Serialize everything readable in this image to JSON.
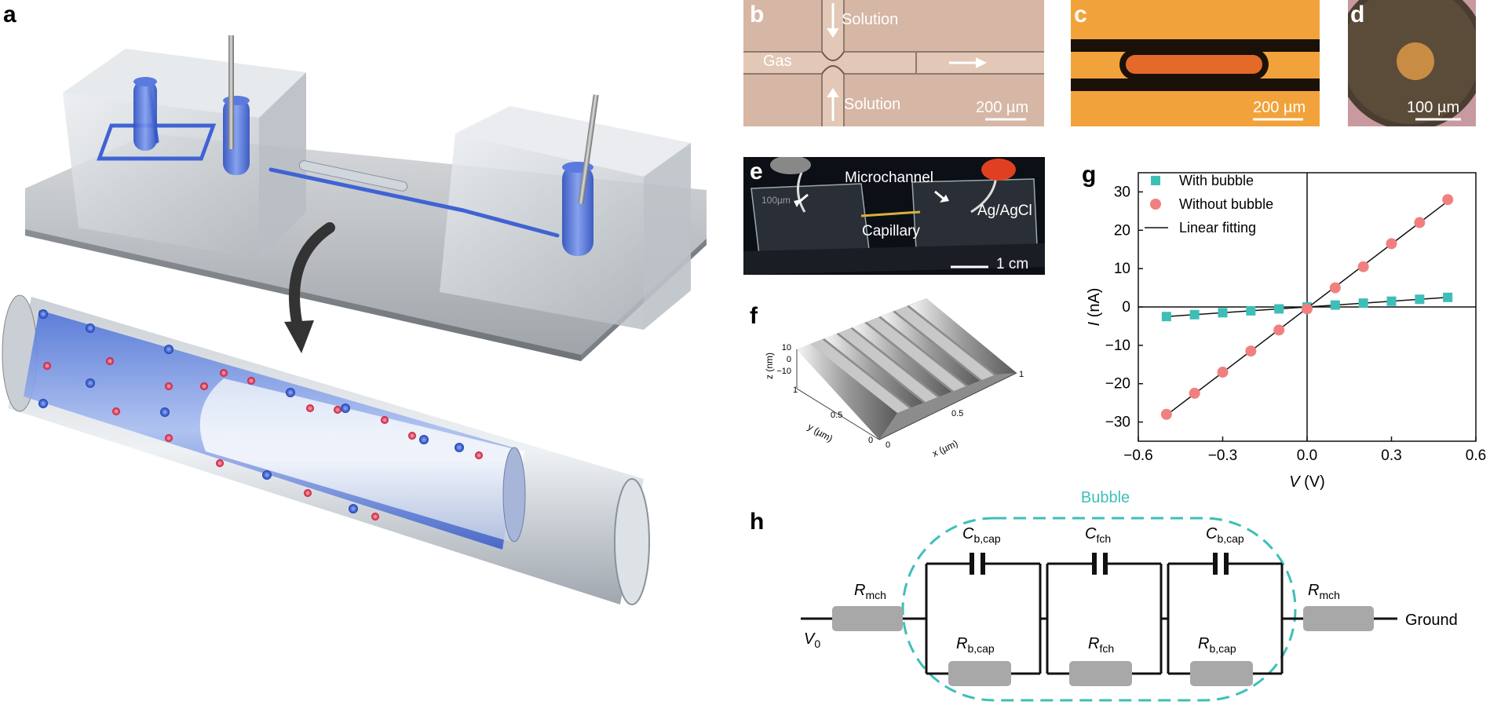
{
  "panels": {
    "a": {
      "letter": "a"
    },
    "b": {
      "letter": "b",
      "label_top": "Solution",
      "label_bottom": "Solution",
      "label_gas": "Gas",
      "scale": "200 µm"
    },
    "c": {
      "letter": "c",
      "scale": "200 µm"
    },
    "d": {
      "letter": "d",
      "scale": "100 µm"
    },
    "e": {
      "letter": "e",
      "label_microchannel": "Microchannel",
      "label_agagcl": "Ag/AgCl",
      "label_capillary": "Capillary",
      "scale": "1 cm",
      "inner_tag": "100µm"
    },
    "f": {
      "letter": "f",
      "zlabel": "z (nm)",
      "ylabel": "y (µm)",
      "xlabel": "x (µm)",
      "zticks": [
        "10",
        "0",
        "−10"
      ],
      "yticks": [
        "1",
        "0.5",
        "0"
      ],
      "xticks": [
        "0",
        "0.5",
        "1"
      ]
    },
    "h": {
      "letter": "h",
      "bubble": "Bubble",
      "v0": "V",
      "v0_sub": "0",
      "ground": "Ground",
      "rmch": "R",
      "rmch_sub": "mch",
      "cbcap": "C",
      "cbcap_sub": "b,cap",
      "cfch": "C",
      "cfch_sub": "fch",
      "rbcap": "R",
      "rbcap_sub": "b,cap",
      "rfch": "R",
      "rfch_sub": "fch"
    }
  },
  "chart_data": {
    "type": "scatter",
    "panel": "g",
    "xlabel": "V (V)",
    "ylabel": "I (nA)",
    "xlim": [
      -0.6,
      0.6
    ],
    "ylim": [
      -35,
      35
    ],
    "xticks": [
      "−0.6",
      "−0.3",
      "0.0",
      "0.3",
      "0.6"
    ],
    "yticks": [
      "−30",
      "−20",
      "−10",
      "0",
      "10",
      "20",
      "30"
    ],
    "series": [
      {
        "name": "With bubble",
        "marker": "square",
        "color": "#3dbfb8",
        "x": [
          -0.5,
          -0.4,
          -0.3,
          -0.2,
          -0.1,
          0.0,
          0.1,
          0.2,
          0.3,
          0.4,
          0.5
        ],
        "y": [
          -2.5,
          -2.0,
          -1.5,
          -1.0,
          -0.5,
          0.0,
          0.5,
          1.0,
          1.5,
          2.0,
          2.5
        ]
      },
      {
        "name": "Without bubble",
        "marker": "circle",
        "color": "#f08080",
        "x": [
          -0.5,
          -0.4,
          -0.3,
          -0.2,
          -0.1,
          0.0,
          0.1,
          0.2,
          0.3,
          0.4,
          0.5
        ],
        "y": [
          -28,
          -22.5,
          -17,
          -11.5,
          -6,
          -0.5,
          5,
          10.5,
          16.5,
          22,
          28
        ]
      }
    ],
    "fit_label": "Linear fitting",
    "legend": "top-left"
  },
  "colors": {
    "teal": "#3dbfb8",
    "salmon": "#f08080",
    "blue": "#3a5fd0",
    "red": "#e0304a"
  }
}
